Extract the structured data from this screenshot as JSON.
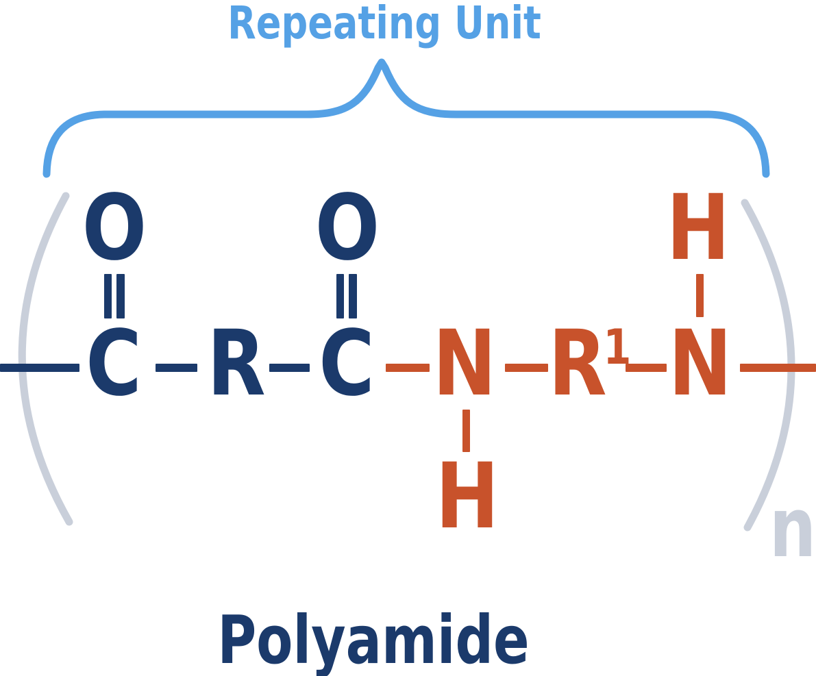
{
  "labels": {
    "repeating_unit": "Repeating Unit",
    "compound_name": "Polyamide",
    "repeat_subscript": "n"
  },
  "colors": {
    "navy": "#1b3a6b",
    "orange": "#c8522b",
    "blue": "#55a1e5",
    "gray": "#c9cfda"
  },
  "molecule": {
    "atoms": {
      "carbonyl_o_left": "O",
      "carbonyl_c_left": "C",
      "r_group": "R",
      "carbonyl_o_right": "O",
      "carbonyl_c_right": "C",
      "amide_n_left": "N",
      "amide_h_bottom": "H",
      "r1_group": "R",
      "r1_superscript": "1",
      "amide_n_right": "N",
      "amide_h_top": "H"
    }
  }
}
